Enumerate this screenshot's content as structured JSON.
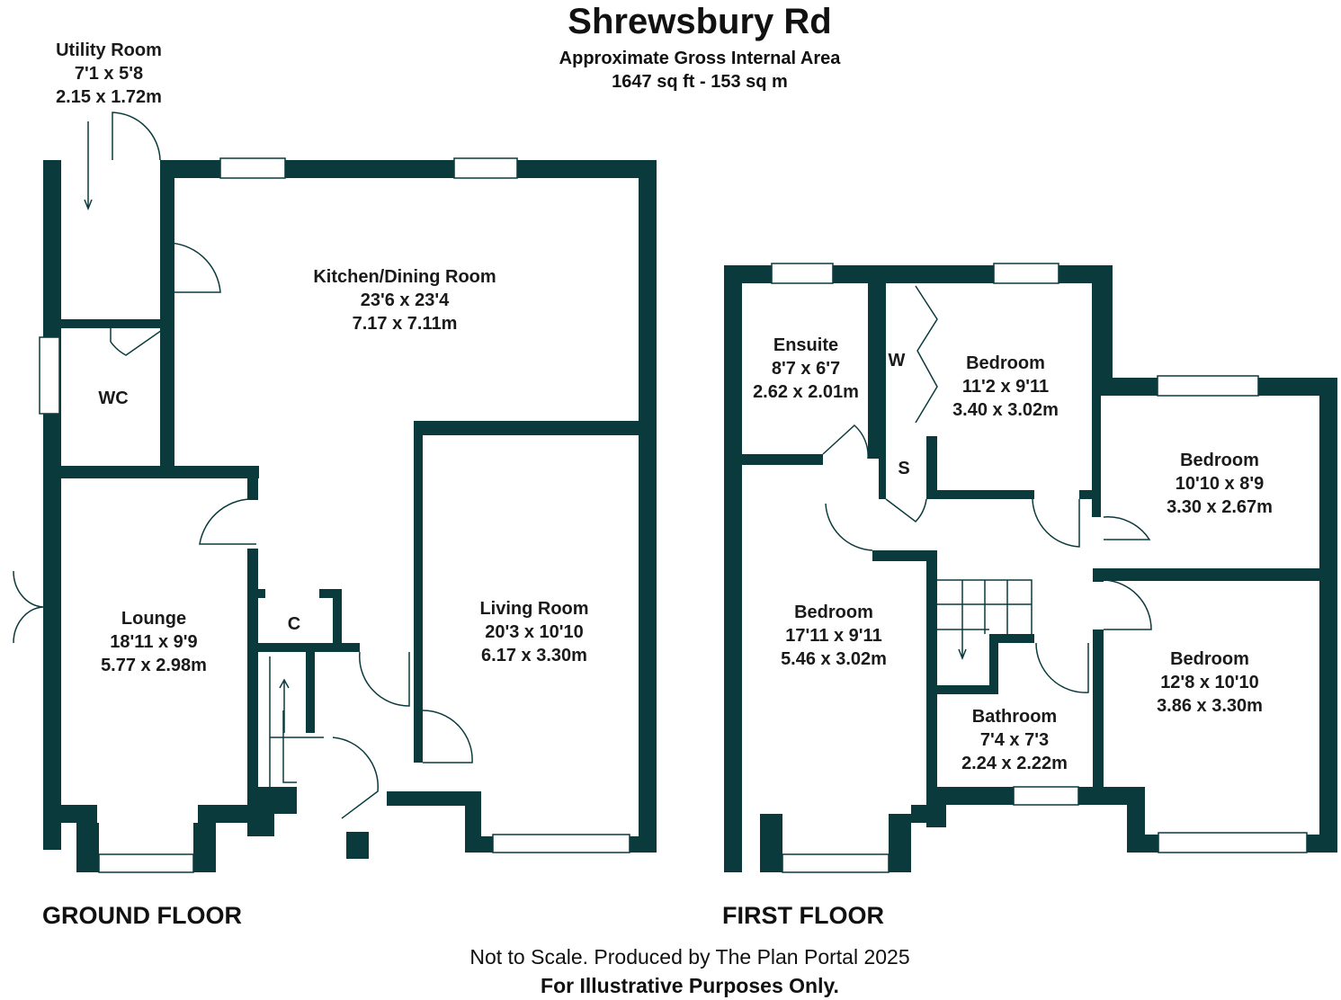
{
  "title": "Shrewsbury Rd",
  "subtitle": "Approximate Gross Internal Area",
  "area": "1647 sq ft - 153 sq m",
  "ground_floor": {
    "label": "GROUND FLOOR",
    "rooms": [
      {
        "name": "Utility Room",
        "imperial": "7'1 x 5'8",
        "metric": "2.15 x 1.72m"
      },
      {
        "name": "Kitchen/Dining Room",
        "imperial": "23'6 x 23'4",
        "metric": "7.17 x 7.11m"
      },
      {
        "name": "WC"
      },
      {
        "name": "Lounge",
        "imperial": "18'11 x 9'9",
        "metric": "5.77 x 2.98m"
      },
      {
        "name": "C"
      },
      {
        "name": "Living Room",
        "imperial": "20'3 x 10'10",
        "metric": "6.17 x 3.30m"
      }
    ]
  },
  "first_floor": {
    "label": "FIRST FLOOR",
    "rooms": [
      {
        "name": "Ensuite",
        "imperial": "8'7 x 6'7",
        "metric": "2.62 x 2.01m"
      },
      {
        "name": "W"
      },
      {
        "name": "Bedroom",
        "imperial": "11'2 x 9'11",
        "metric": "3.40 x 3.02m"
      },
      {
        "name": "S"
      },
      {
        "name": "Bedroom",
        "imperial": "10'10 x 8'9",
        "metric": "3.30 x 2.67m"
      },
      {
        "name": "Bedroom",
        "imperial": "17'11 x 9'11",
        "metric": "5.46 x 3.02m"
      },
      {
        "name": "Bedroom",
        "imperial": "12'8 x 10'10",
        "metric": "3.86 x 3.30m"
      },
      {
        "name": "Bathroom",
        "imperial": "7'4 x 7'3",
        "metric": "2.24 x 2.22m"
      }
    ]
  },
  "footer": {
    "line1": "Not to Scale. Produced by The Plan Portal 2025",
    "line2": "For Illustrative Purposes Only."
  },
  "colors": {
    "wall": "#0b3a3d"
  }
}
